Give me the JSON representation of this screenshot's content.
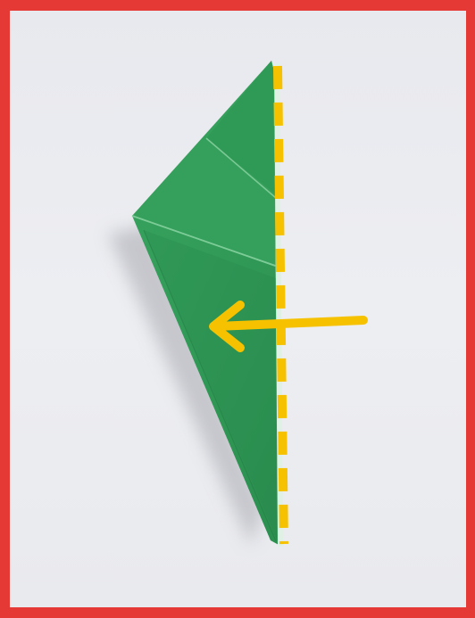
{
  "image": {
    "subject": "origami-fold-instruction-step"
  },
  "colors": {
    "frame_border": "#e53935",
    "background": "#ecedf1",
    "paper_green": "#2f9a55",
    "paper_green_dark": "#237a44",
    "paper_green_light": "#3fae66",
    "guide_yellow": "#f6c200",
    "paper_back_white": "#e6f3ea"
  },
  "annotations": {
    "fold_line_style": "dashed",
    "arrow_direction": "left"
  }
}
